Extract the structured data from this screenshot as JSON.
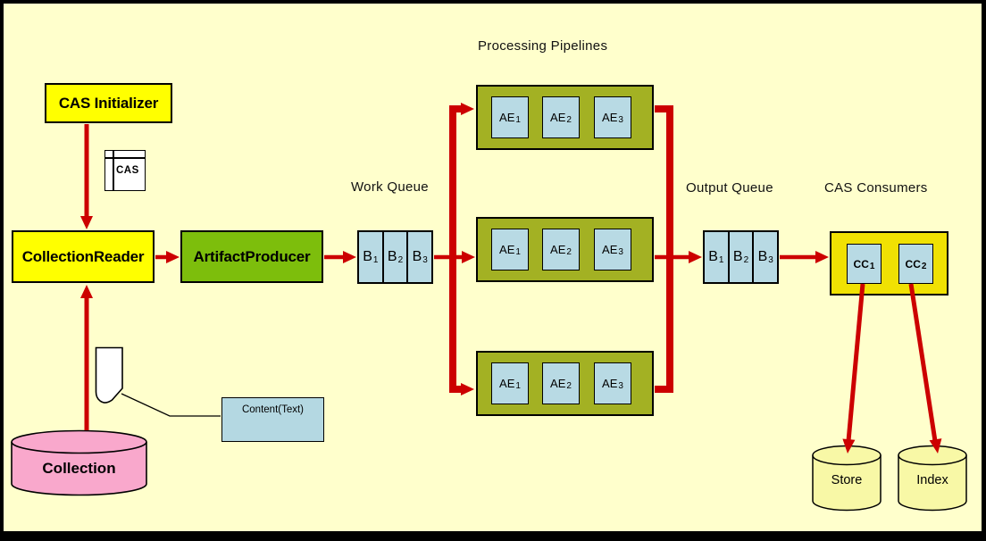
{
  "labels": {
    "processing_pipelines": "Processing Pipelines",
    "work_queue": "Work Queue",
    "output_queue": "Output Queue",
    "cas_consumers": "CAS Consumers"
  },
  "nodes": {
    "cas_initializer": {
      "label": "CAS Initializer"
    },
    "cas_icon": {
      "label": "CAS"
    },
    "collection_reader": {
      "label": "CollectionReader"
    },
    "artifact_producer": {
      "label": "ArtifactProducer"
    },
    "content": {
      "label": "Content(Text)"
    },
    "collection": {
      "label": "Collection"
    },
    "store": {
      "label": "Store"
    },
    "index": {
      "label": "Index"
    }
  },
  "work_queue_cells": [
    {
      "base": "B",
      "sub": "1"
    },
    {
      "base": "B",
      "sub": "2"
    },
    {
      "base": "B",
      "sub": "3"
    }
  ],
  "output_queue_cells": [
    {
      "base": "B",
      "sub": "1"
    },
    {
      "base": "B",
      "sub": "2"
    },
    {
      "base": "B",
      "sub": "3"
    }
  ],
  "pipelines": [
    {
      "cells": [
        {
          "base": "AE",
          "sub": "1"
        },
        {
          "base": "AE",
          "sub": "2"
        },
        {
          "base": "AE",
          "sub": "3"
        }
      ]
    },
    {
      "cells": [
        {
          "base": "AE",
          "sub": "1"
        },
        {
          "base": "AE",
          "sub": "2"
        },
        {
          "base": "AE",
          "sub": "3"
        }
      ]
    },
    {
      "cells": [
        {
          "base": "AE",
          "sub": "1"
        },
        {
          "base": "AE",
          "sub": "2"
        },
        {
          "base": "AE",
          "sub": "3"
        }
      ]
    }
  ],
  "consumers": [
    {
      "base": "CC",
      "sub": "1"
    },
    {
      "base": "CC",
      "sub": "2"
    }
  ],
  "colors": {
    "background": "#FFFFCC",
    "frame": "#000000",
    "arrow_red": "#CC0000",
    "node_yellow": "#FFFF00",
    "consumers_yellow": "#F0E103",
    "producer_green": "#7DBE0C",
    "pipeline_olive": "#A3B123",
    "cell_blue": "#B8DAE4",
    "collection_pink": "#F9A8CC",
    "cylinder_yellow": "#F8F8A6"
  }
}
